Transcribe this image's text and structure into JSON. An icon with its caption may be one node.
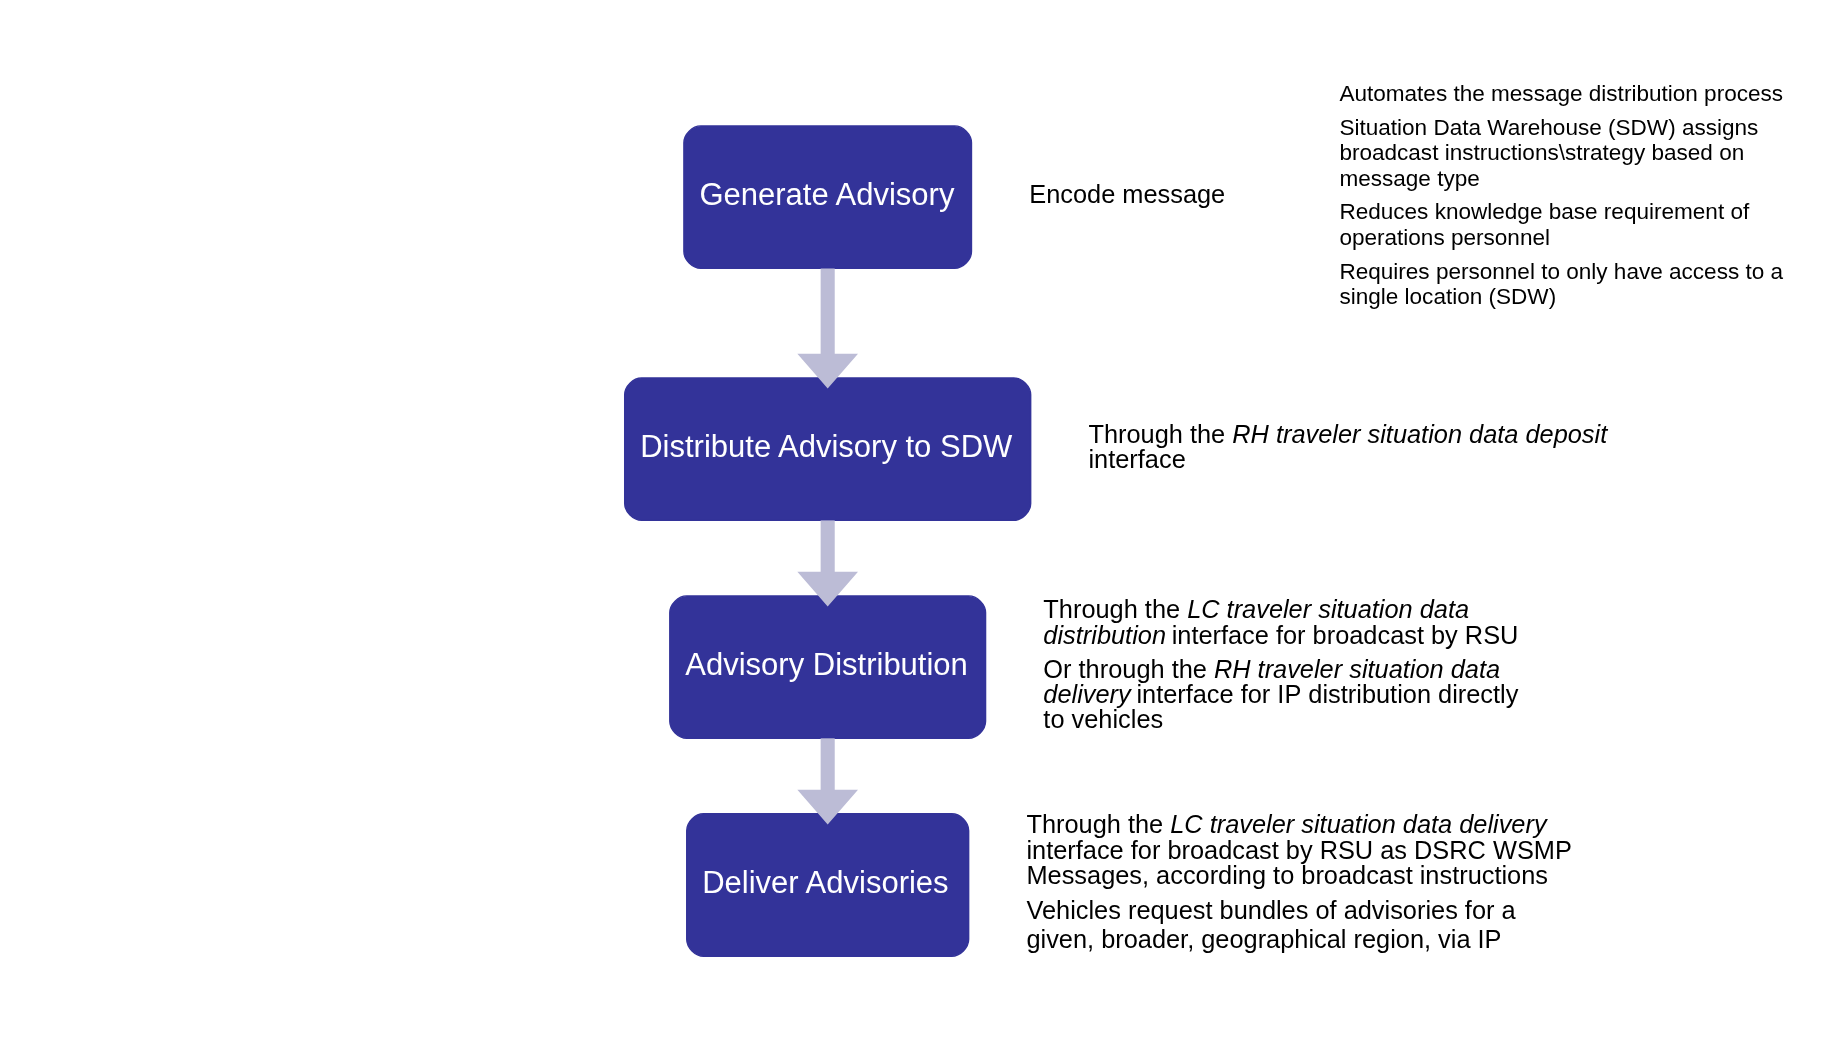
{
  "diagram": {
    "nodes": [
      {
        "text": [
          "Generate Advisory"
        ],
        "beside": [
          "Encode message"
        ]
      },
      {
        "text": [
          "Distribute Advisory to SDW"
        ],
        "beside": [
          "Through the *RH traveler situation data deposit* interface"
        ]
      },
      {
        "text": [
          "Advisory Distribution"
        ],
        "beside": [
          "Through the *LC traveler situation data distribution* interface for broadcast by RSU",
          "Or through the *RH traveler situation data delivery* interface for IP distribution directly to vehicles"
        ]
      },
      {
        "text": [
          "Deliver Advisories"
        ],
        "beside": [
          "Through the *LC traveler situation data delivery* interface for broadcast by RSU as DSRC WSMP Messages, according to broadcast instructions",
          "Vehicles request bundles of advisories for a given, broader, geographical region, via IP"
        ]
      }
    ],
    "edges": [
      {
        "from": 0,
        "to": 1,
        "arrow": "to"
      },
      {
        "from": 1,
        "to": 2,
        "arrow": "to"
      },
      {
        "from": 2,
        "to": 3,
        "arrow": "to"
      }
    ],
    "labels": [
      "Automates the message distribution process",
      "Situation Data Warehouse (SDW) assigns broadcast instructions\\strategy based on message type",
      "Reduces knowledge base requirement of operations personnel",
      "Requires personnel to only have access to a single location (SDW)"
    ]
  }
}
